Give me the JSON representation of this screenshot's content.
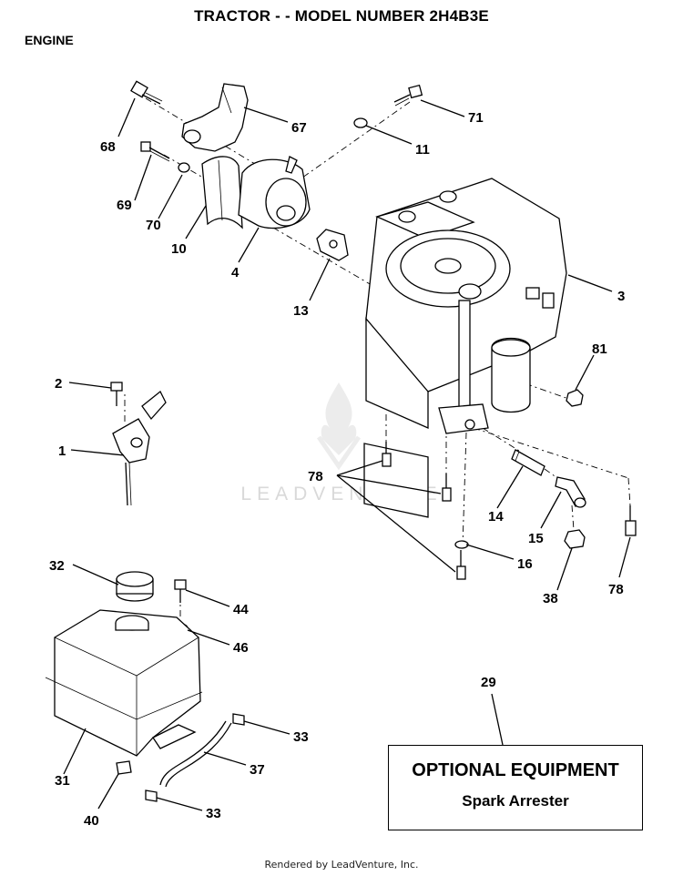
{
  "header": {
    "title": "TRACTOR - - MODEL NUMBER 2H4B3E",
    "section": "ENGINE"
  },
  "watermark": {
    "text": "LEADVENTURE",
    "icon": "leadventure-flame-logo-icon"
  },
  "optional_box": {
    "title": "OPTIONAL EQUIPMENT",
    "subtitle": "Spark Arrester"
  },
  "footer": "Rendered by LeadVenture, Inc.",
  "callouts": {
    "c68": "68",
    "c67": "67",
    "c71": "71",
    "c11": "11",
    "c69": "69",
    "c70": "70",
    "c10": "10",
    "c4": "4",
    "c13": "13",
    "c3": "3",
    "c81": "81",
    "c2": "2",
    "c1": "1",
    "c78a": "78",
    "c14": "14",
    "c15": "15",
    "c16": "16",
    "c38": "38",
    "c78b": "78",
    "c32": "32",
    "c44": "44",
    "c46": "46",
    "c29": "29",
    "c33a": "33",
    "c37": "37",
    "c31": "31",
    "c40": "40",
    "c33b": "33"
  }
}
